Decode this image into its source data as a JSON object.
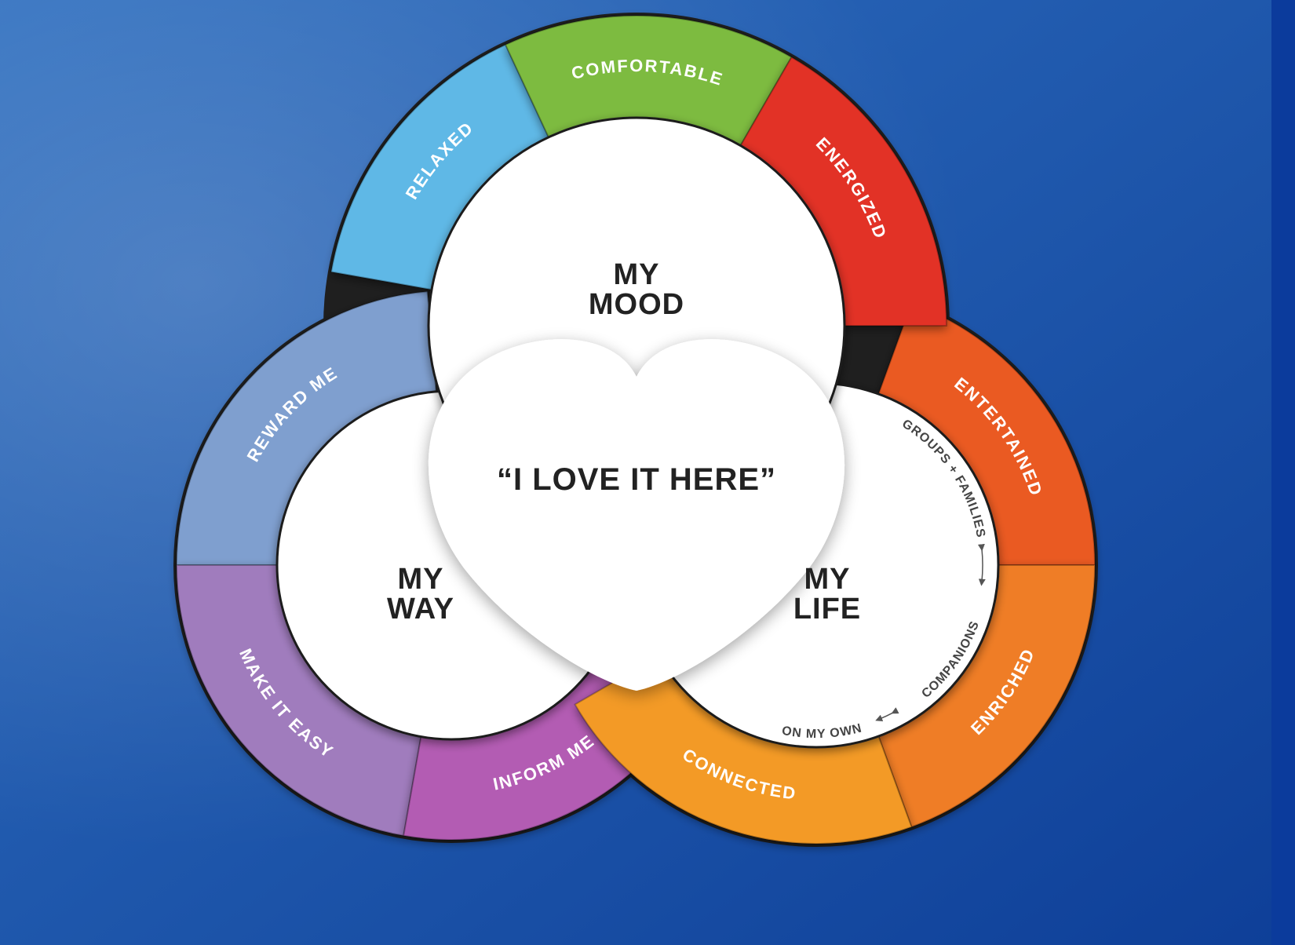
{
  "colors": {
    "background_top": "#2f6fbf",
    "background_bottom": "#0e3f98",
    "relaxed": "#5eb8e6",
    "comfortable": "#7dbb3f",
    "energized": "#e23228",
    "entertained": "#ea5a22",
    "enriched": "#ef7d27",
    "connected": "#f39a26",
    "reward_me": "#7f9fcf",
    "make_it_easy": "#a07bbd",
    "inform_me": "#b35cb3",
    "circle_fill": "#ffffff",
    "outline": "#1f1f1f"
  },
  "center": {
    "heart_text": "“I LOVE IT HERE”"
  },
  "circles": {
    "mood": {
      "line1": "MY",
      "line2": "MOOD"
    },
    "way": {
      "line1": "MY",
      "line2": "WAY"
    },
    "life": {
      "line1": "MY",
      "line2": "LIFE"
    }
  },
  "segments": {
    "relaxed": "RELAXED",
    "comfortable": "COMFORTABLE",
    "energized": "ENERGIZED",
    "entertained": "ENTERTAINED",
    "enriched": "ENRICHED",
    "connected": "CONNECTED",
    "reward_me": "REWARD ME",
    "make_it_easy": "MAKE IT EASY",
    "inform_me": "INFORM ME"
  },
  "life_scale": {
    "groups_families": "GROUPS + FAMILIES",
    "companions": "COMPANIONS",
    "on_my_own": "ON MY OWN"
  }
}
